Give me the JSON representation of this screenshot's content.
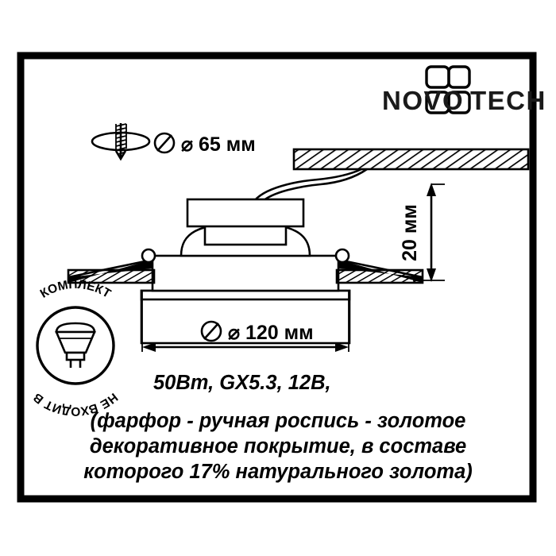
{
  "document": {
    "kind": "technical-drawing",
    "subject": "recessed ceiling spotlight dimensional drawing"
  },
  "brand": {
    "logo_text": "NOVOTECH",
    "logo_part_1": "NOVO",
    "logo_part_2": "TECH",
    "logo_emblem_name": "novotech-cross-emblem",
    "logo_color": "#1a1a1a"
  },
  "dimensions": {
    "cutout": {
      "symbol": "⌀",
      "value": "65",
      "unit": "мм",
      "label": "⌀ 65 мм",
      "icon_name": "drill-hole-icon"
    },
    "height": {
      "value": "20",
      "unit": "мм",
      "label": "20 мм"
    },
    "outer": {
      "symbol": "⌀",
      "value": "120",
      "unit": "мм",
      "label": "⌀ 120 мм"
    }
  },
  "badge": {
    "text": "НЕ ВХОДИТ В КОМПЛЕКТ",
    "text_upper_arc": "КОМПЛЕКТ",
    "text_lower_arc": "НЕ ВХОДИТ В",
    "lamp_icon_name": "mr16-gu5-3-lamp-icon"
  },
  "specs": {
    "line1": "50Вт, GX5.3, 12В,",
    "line2": "(фарфор - ручная роспись - золотое",
    "line3": "декоративное покрытие, в составе",
    "line4": "которого 17% натурального золота)",
    "power": "50Вт",
    "socket": "GX5.3",
    "voltage": "12В",
    "gold_percent": "17%"
  },
  "colors": {
    "stroke": "#000000",
    "background": "#ffffff",
    "frame": "#000000"
  }
}
